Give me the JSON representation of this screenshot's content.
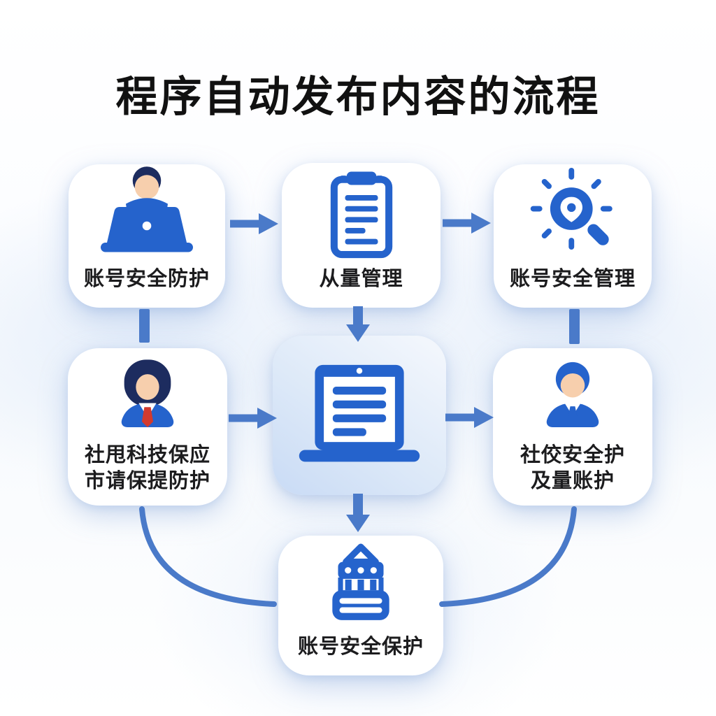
{
  "title": "程序自动发布内容的流程",
  "colors": {
    "arrow": "#4a7ac9",
    "icon": "#2563cc",
    "icon_dark": "#1d2c5f",
    "skin": "#f7cfad",
    "tie_red": "#d23a2e",
    "text": "#1c1c1e",
    "title": "#111111"
  },
  "nodes": {
    "top_left": {
      "icon": "user-laptop-icon",
      "label": "账号安全防护"
    },
    "top_center": {
      "icon": "clipboard-icon",
      "label": "从量管理"
    },
    "top_right": {
      "icon": "search-location-icon",
      "label": "账号安全管理"
    },
    "mid_left": {
      "icon": "female-avatar-icon",
      "label_line1": "社甩科技保应",
      "label_line2": "市请保提防护"
    },
    "center": {
      "icon": "laptop-document-icon",
      "label": ""
    },
    "mid_right": {
      "icon": "male-avatar-icon",
      "label_line1": "社佼安全护",
      "label_line2": "及量账护"
    },
    "bottom": {
      "icon": "building-icon",
      "label": "账号安全保护"
    }
  }
}
